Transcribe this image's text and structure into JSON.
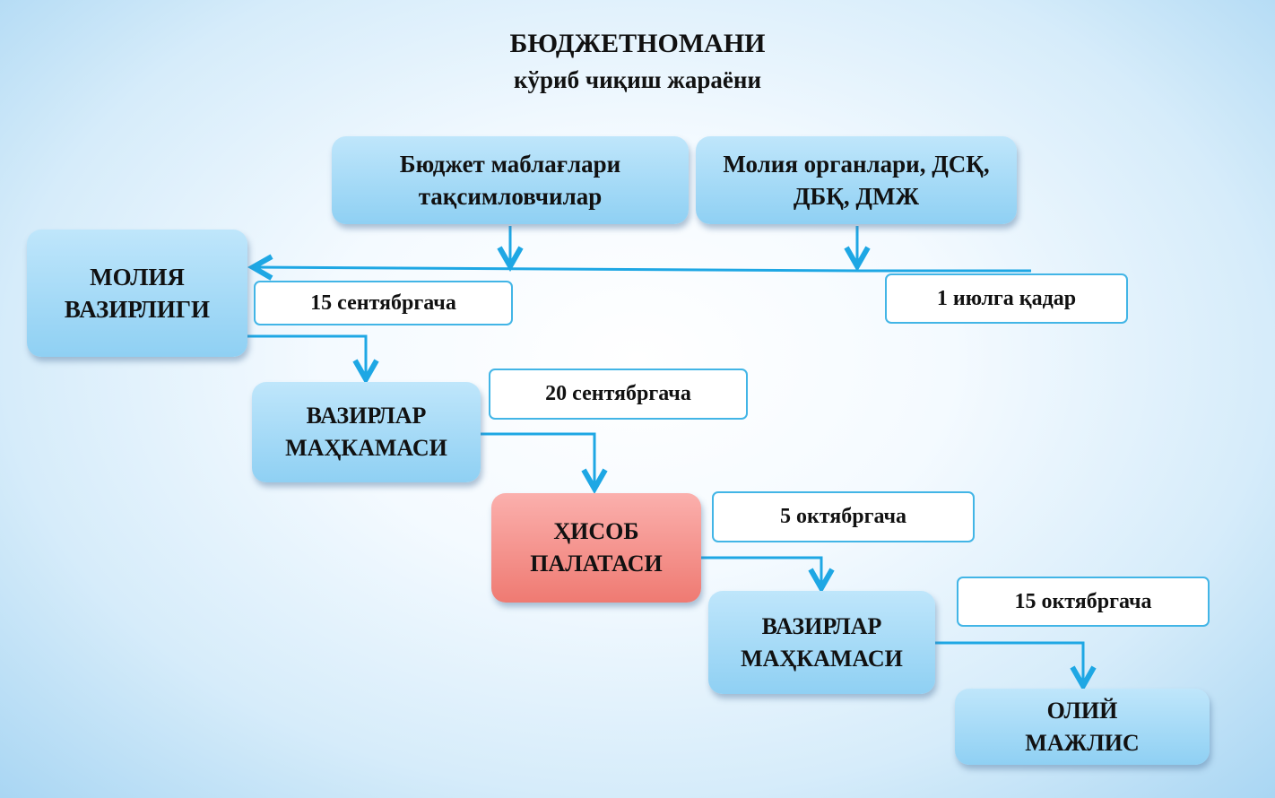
{
  "header": {
    "title": "БЮДЖЕТНОМАНИ",
    "subtitle": "кўриб чиқиш жараёни"
  },
  "nodes": {
    "distributors": "Бюджет маблағлари\nтақсимловчилар",
    "finance_bodies": "Молия органлари, ДСҚ,\nДБҚ, ДМЖ",
    "ministry_of_finance": "МОЛИЯ\nВАЗИРЛИГИ",
    "cabinet_1": "ВАЗИРЛАР\nМАҲКАМАСИ",
    "accounts_chamber": "ҲИСОБ\nПАЛАТАСИ",
    "cabinet_2": "ВАЗИРЛАР\nМАҲКАМАСИ",
    "oliy_majlis": "ОЛИЙ\nМАЖЛИС"
  },
  "deadlines": {
    "july": "1 июлга қадар",
    "sep15": "15 сентябргача",
    "sep20": "20 сентябргача",
    "oct5": "5 октябргача",
    "oct15": "15 октябргача"
  },
  "colors": {
    "arrow": "#1ea7e4",
    "node": "#9fd8f6",
    "highlight": "#f28a82"
  }
}
